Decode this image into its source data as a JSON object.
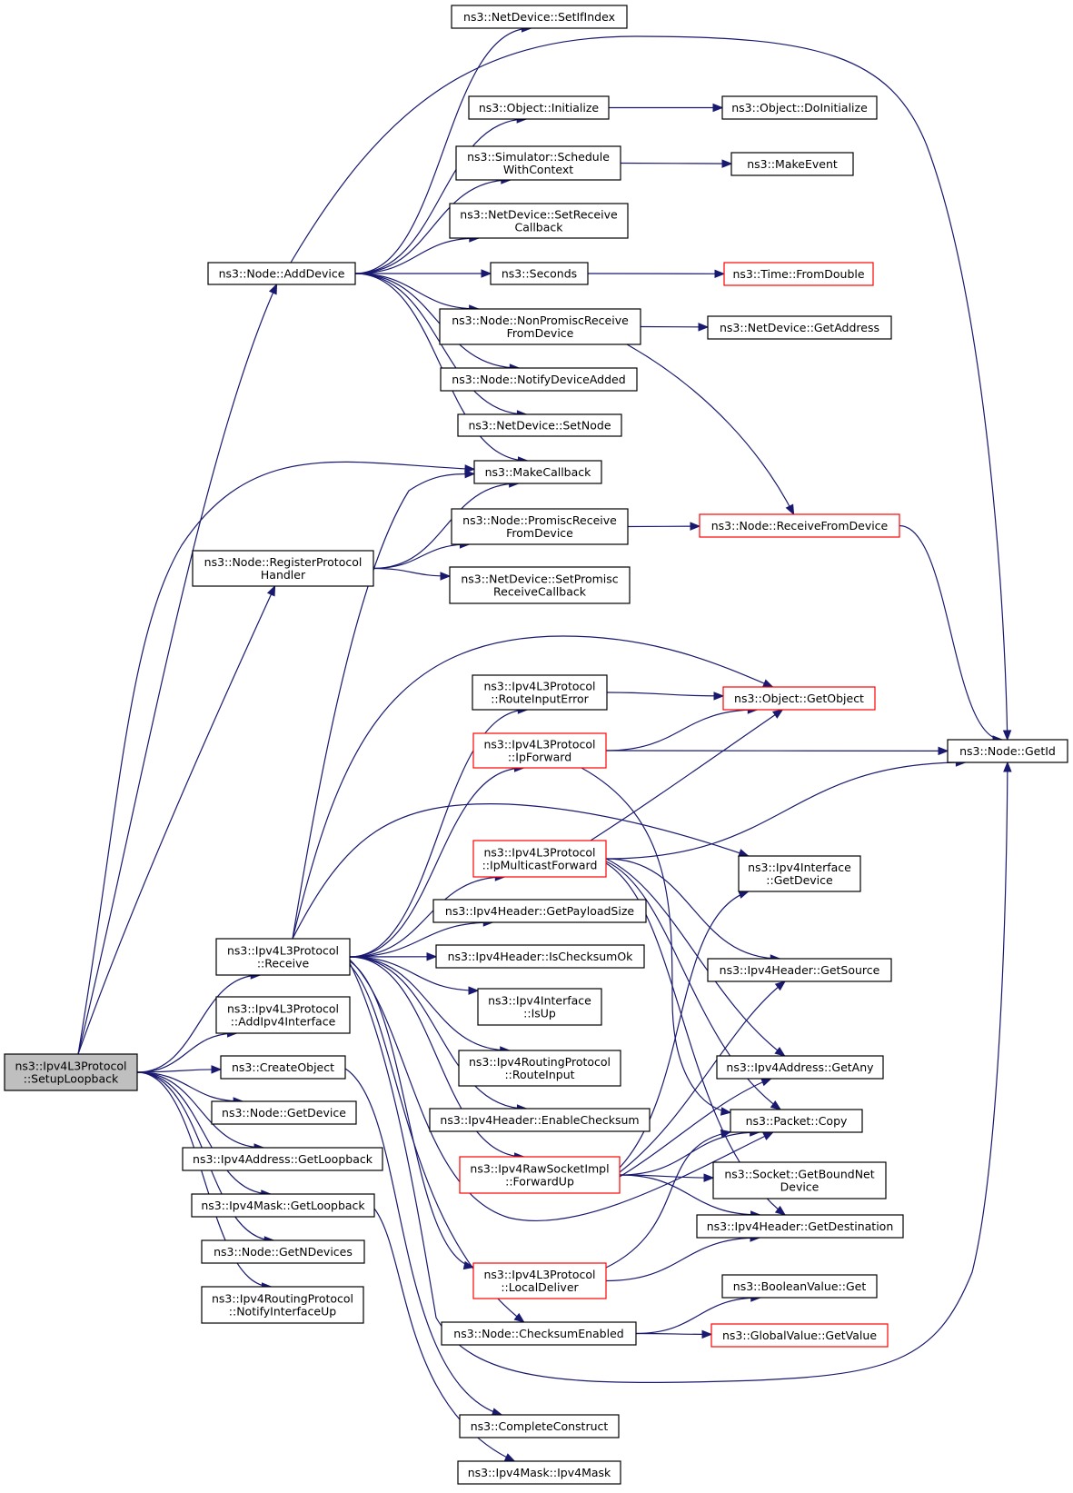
{
  "nodes": [
    {
      "id": "n_setuploopback",
      "lines": [
        "ns3::Ipv4L3Protocol",
        "::SetupLoopback"
      ],
      "style": "root"
    },
    {
      "id": "n_adddevice",
      "lines": [
        "ns3::Node::AddDevice"
      ],
      "style": "normal"
    },
    {
      "id": "n_setifindex",
      "lines": [
        "ns3::NetDevice::SetIfIndex"
      ],
      "style": "normal"
    },
    {
      "id": "n_initialize",
      "lines": [
        "ns3::Object::Initialize"
      ],
      "style": "normal"
    },
    {
      "id": "n_doinitialize",
      "lines": [
        "ns3::Object::DoInitialize"
      ],
      "style": "normal"
    },
    {
      "id": "n_schedulewithcontext",
      "lines": [
        "ns3::Simulator::Schedule",
        "WithContext"
      ],
      "style": "normal"
    },
    {
      "id": "n_makeevent",
      "lines": [
        "ns3::MakeEvent"
      ],
      "style": "normal"
    },
    {
      "id": "n_setreceivecallback",
      "lines": [
        "ns3::NetDevice::SetReceive",
        "Callback"
      ],
      "style": "normal"
    },
    {
      "id": "n_seconds",
      "lines": [
        "ns3::Seconds"
      ],
      "style": "normal"
    },
    {
      "id": "n_fromdouble",
      "lines": [
        "ns3::Time::FromDouble"
      ],
      "style": "red"
    },
    {
      "id": "n_nonpromisc",
      "lines": [
        "ns3::Node::NonPromiscReceive",
        "FromDevice"
      ],
      "style": "normal"
    },
    {
      "id": "n_getaddress",
      "lines": [
        "ns3::NetDevice::GetAddress"
      ],
      "style": "normal"
    },
    {
      "id": "n_notifydeviceadded",
      "lines": [
        "ns3::Node::NotifyDeviceAdded"
      ],
      "style": "normal"
    },
    {
      "id": "n_setnode",
      "lines": [
        "ns3::NetDevice::SetNode"
      ],
      "style": "normal"
    },
    {
      "id": "n_makecallback",
      "lines": [
        "ns3::MakeCallback"
      ],
      "style": "normal"
    },
    {
      "id": "n_registerprotocol",
      "lines": [
        "ns3::Node::RegisterProtocol",
        "Handler"
      ],
      "style": "normal"
    },
    {
      "id": "n_promiscreceive",
      "lines": [
        "ns3::Node::PromiscReceive",
        "FromDevice"
      ],
      "style": "normal"
    },
    {
      "id": "n_receivefromdevice",
      "lines": [
        "ns3::Node::ReceiveFromDevice"
      ],
      "style": "red"
    },
    {
      "id": "n_setpromisc",
      "lines": [
        "ns3::NetDevice::SetPromisc",
        "ReceiveCallback"
      ],
      "style": "normal"
    },
    {
      "id": "n_routeinputerror",
      "lines": [
        "ns3::Ipv4L3Protocol",
        "::RouteInputError"
      ],
      "style": "normal"
    },
    {
      "id": "n_getobject",
      "lines": [
        "ns3::Object::GetObject"
      ],
      "style": "red"
    },
    {
      "id": "n_ipforward",
      "lines": [
        "ns3::Ipv4L3Protocol",
        "::IpForward"
      ],
      "style": "red"
    },
    {
      "id": "n_getid",
      "lines": [
        "ns3::Node::GetId"
      ],
      "style": "normal"
    },
    {
      "id": "n_ipmulticastforward",
      "lines": [
        "ns3::Ipv4L3Protocol",
        "::IpMulticastForward"
      ],
      "style": "red"
    },
    {
      "id": "n_ifgetdevice",
      "lines": [
        "ns3::Ipv4Interface",
        "::GetDevice"
      ],
      "style": "normal"
    },
    {
      "id": "n_getpayloadsize",
      "lines": [
        "ns3::Ipv4Header::GetPayloadSize"
      ],
      "style": "normal"
    },
    {
      "id": "n_receive",
      "lines": [
        "ns3::Ipv4L3Protocol",
        "::Receive"
      ],
      "style": "normal"
    },
    {
      "id": "n_ischecksumok",
      "lines": [
        "ns3::Ipv4Header::IsChecksumOk"
      ],
      "style": "normal"
    },
    {
      "id": "n_getsource",
      "lines": [
        "ns3::Ipv4Header::GetSource"
      ],
      "style": "normal"
    },
    {
      "id": "n_isup",
      "lines": [
        "ns3::Ipv4Interface",
        "::IsUp"
      ],
      "style": "normal"
    },
    {
      "id": "n_addipv4interface",
      "lines": [
        "ns3::Ipv4L3Protocol",
        "::AddIpv4Interface"
      ],
      "style": "normal"
    },
    {
      "id": "n_routeinput",
      "lines": [
        "ns3::Ipv4RoutingProtocol",
        "::RouteInput"
      ],
      "style": "normal"
    },
    {
      "id": "n_getany",
      "lines": [
        "ns3::Ipv4Address::GetAny"
      ],
      "style": "normal"
    },
    {
      "id": "n_createobject",
      "lines": [
        "ns3::CreateObject"
      ],
      "style": "normal"
    },
    {
      "id": "n_enablechecksum",
      "lines": [
        "ns3::Ipv4Header::EnableChecksum"
      ],
      "style": "normal"
    },
    {
      "id": "n_packetcopy",
      "lines": [
        "ns3::Packet::Copy"
      ],
      "style": "normal"
    },
    {
      "id": "n_nodegetdevice",
      "lines": [
        "ns3::Node::GetDevice"
      ],
      "style": "normal"
    },
    {
      "id": "n_forwardup",
      "lines": [
        "ns3::Ipv4RawSocketImpl",
        "::ForwardUp"
      ],
      "style": "red"
    },
    {
      "id": "n_getboundnetdevice",
      "lines": [
        "ns3::Socket::GetBoundNet",
        "Device"
      ],
      "style": "normal"
    },
    {
      "id": "n_addrgetloopback",
      "lines": [
        "ns3::Ipv4Address::GetLoopback"
      ],
      "style": "normal"
    },
    {
      "id": "n_maskgetloopback",
      "lines": [
        "ns3::Ipv4Mask::GetLoopback"
      ],
      "style": "normal"
    },
    {
      "id": "n_getdestination",
      "lines": [
        "ns3::Ipv4Header::GetDestination"
      ],
      "style": "normal"
    },
    {
      "id": "n_getndevices",
      "lines": [
        "ns3::Node::GetNDevices"
      ],
      "style": "normal"
    },
    {
      "id": "n_localdeliver",
      "lines": [
        "ns3::Ipv4L3Protocol",
        "::LocalDeliver"
      ],
      "style": "red"
    },
    {
      "id": "n_notifyinterfaceup",
      "lines": [
        "ns3::Ipv4RoutingProtocol",
        "::NotifyInterfaceUp"
      ],
      "style": "normal"
    },
    {
      "id": "n_booleanget",
      "lines": [
        "ns3::BooleanValue::Get"
      ],
      "style": "normal"
    },
    {
      "id": "n_checksumenabled",
      "lines": [
        "ns3::Node::ChecksumEnabled"
      ],
      "style": "normal"
    },
    {
      "id": "n_globalgetvalue",
      "lines": [
        "ns3::GlobalValue::GetValue"
      ],
      "style": "red"
    },
    {
      "id": "n_completeconstruct",
      "lines": [
        "ns3::CompleteConstruct"
      ],
      "style": "normal"
    },
    {
      "id": "n_ipv4mask",
      "lines": [
        "ns3::Ipv4Mask::Ipv4Mask"
      ],
      "style": "normal"
    }
  ],
  "edges": [
    [
      "n_setuploopback",
      "n_adddevice"
    ],
    [
      "n_setuploopback",
      "n_makecallback"
    ],
    [
      "n_setuploopback",
      "n_registerprotocol"
    ],
    [
      "n_setuploopback",
      "n_receive"
    ],
    [
      "n_setuploopback",
      "n_addipv4interface"
    ],
    [
      "n_setuploopback",
      "n_createobject"
    ],
    [
      "n_setuploopback",
      "n_nodegetdevice"
    ],
    [
      "n_setuploopback",
      "n_addrgetloopback"
    ],
    [
      "n_setuploopback",
      "n_maskgetloopback"
    ],
    [
      "n_setuploopback",
      "n_getndevices"
    ],
    [
      "n_setuploopback",
      "n_notifyinterfaceup"
    ],
    [
      "n_adddevice",
      "n_setifindex"
    ],
    [
      "n_adddevice",
      "n_getid"
    ],
    [
      "n_adddevice",
      "n_initialize"
    ],
    [
      "n_adddevice",
      "n_schedulewithcontext"
    ],
    [
      "n_adddevice",
      "n_setreceivecallback"
    ],
    [
      "n_adddevice",
      "n_seconds"
    ],
    [
      "n_adddevice",
      "n_nonpromisc"
    ],
    [
      "n_adddevice",
      "n_notifydeviceadded"
    ],
    [
      "n_adddevice",
      "n_setnode"
    ],
    [
      "n_adddevice",
      "n_makecallback"
    ],
    [
      "n_initialize",
      "n_doinitialize"
    ],
    [
      "n_schedulewithcontext",
      "n_makeevent"
    ],
    [
      "n_seconds",
      "n_fromdouble"
    ],
    [
      "n_nonpromisc",
      "n_getaddress"
    ],
    [
      "n_nonpromisc",
      "n_receivefromdevice"
    ],
    [
      "n_receivefromdevice",
      "n_getid"
    ],
    [
      "n_registerprotocol",
      "n_makecallback"
    ],
    [
      "n_registerprotocol",
      "n_promiscreceive"
    ],
    [
      "n_registerprotocol",
      "n_setpromisc"
    ],
    [
      "n_promiscreceive",
      "n_receivefromdevice"
    ],
    [
      "n_receive",
      "n_makecallback"
    ],
    [
      "n_receive",
      "n_getobject"
    ],
    [
      "n_receive",
      "n_routeinputerror"
    ],
    [
      "n_receive",
      "n_ipforward"
    ],
    [
      "n_receive",
      "n_ifgetdevice"
    ],
    [
      "n_receive",
      "n_ipmulticastforward"
    ],
    [
      "n_receive",
      "n_getpayloadsize"
    ],
    [
      "n_receive",
      "n_ischecksumok"
    ],
    [
      "n_receive",
      "n_isup"
    ],
    [
      "n_receive",
      "n_routeinput"
    ],
    [
      "n_receive",
      "n_enablechecksum"
    ],
    [
      "n_receive",
      "n_forwardup"
    ],
    [
      "n_receive",
      "n_localdeliver"
    ],
    [
      "n_receive",
      "n_checksumenabled"
    ],
    [
      "n_receive",
      "n_packetcopy"
    ],
    [
      "n_routeinputerror",
      "n_getobject"
    ],
    [
      "n_ipforward",
      "n_getobject"
    ],
    [
      "n_ipforward",
      "n_getid"
    ],
    [
      "n_ipforward",
      "n_packetcopy"
    ],
    [
      "n_ipmulticastforward",
      "n_getobject"
    ],
    [
      "n_ipmulticastforward",
      "n_getid"
    ],
    [
      "n_ipmulticastforward",
      "n_getsource"
    ],
    [
      "n_ipmulticastforward",
      "n_getany"
    ],
    [
      "n_ipmulticastforward",
      "n_packetcopy"
    ],
    [
      "n_ipmulticastforward",
      "n_getdestination"
    ],
    [
      "n_forwardup",
      "n_ifgetdevice"
    ],
    [
      "n_forwardup",
      "n_getsource"
    ],
    [
      "n_forwardup",
      "n_getany"
    ],
    [
      "n_forwardup",
      "n_packetcopy"
    ],
    [
      "n_forwardup",
      "n_getboundnetdevice"
    ],
    [
      "n_forwardup",
      "n_getdestination"
    ],
    [
      "n_localdeliver",
      "n_packetcopy"
    ],
    [
      "n_localdeliver",
      "n_getdestination"
    ],
    [
      "n_checksumenabled",
      "n_booleanget"
    ],
    [
      "n_checksumenabled",
      "n_globalgetvalue"
    ],
    [
      "n_createobject",
      "n_completeconstruct"
    ],
    [
      "n_maskgetloopback",
      "n_ipv4mask"
    ],
    [
      "n_receive",
      "n_getid"
    ]
  ],
  "colors": {
    "edge": "#191970",
    "red_border": "#ff0000",
    "root_fill": "#bfbfbf"
  }
}
